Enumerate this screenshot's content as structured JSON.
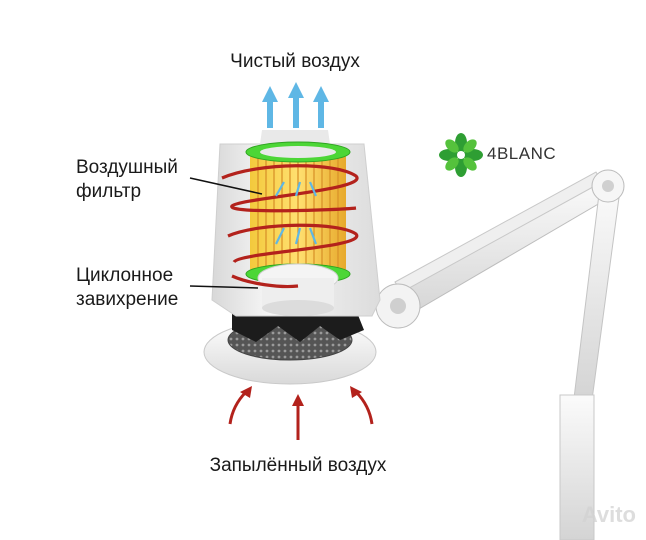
{
  "labels": {
    "clean_air": "Чистый воздух",
    "air_filter_line1": "Воздушный",
    "air_filter_line2": "фильтр",
    "cyclone_line1": "Циклонное",
    "cyclone_line2": "завихрение",
    "dusty_air": "Запылённый воздух"
  },
  "brand": {
    "name": "4BLANC",
    "logo_icon": "green-flower-icon"
  },
  "watermark": {
    "text": "Avito"
  },
  "colors": {
    "clean_arrow": "#5fb7e5",
    "dust_arrow": "#b3221c",
    "filter_yellow": "#f5cf3a",
    "filter_orange": "#e89a2c",
    "seal_green": "#4cd636",
    "housing": "#f1f1f1",
    "logo_green": "#2e9e33"
  }
}
